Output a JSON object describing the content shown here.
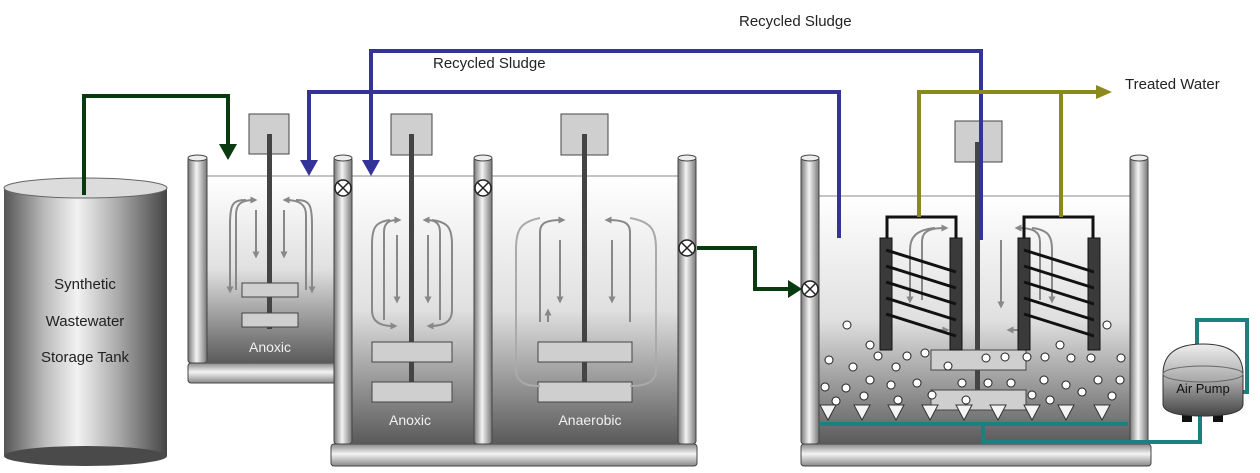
{
  "labels": {
    "recycled_sludge_top": "Recycled Sludge",
    "recycled_sludge_inner": "Recycled Sludge",
    "treated_water": "Treated Water",
    "storage_tank_line1": "Synthetic",
    "storage_tank_line2": "Wastewater",
    "storage_tank_line3": "Storage Tank",
    "anoxic_1": "Anoxic",
    "anoxic_2": "Anoxic",
    "anaerobic": "Anaerobic",
    "air_pump": "Air Pump"
  },
  "colors": {
    "recycled_sludge_line": "#33339a",
    "feed_line": "#0a3a10",
    "treated_water_line": "#8a8a1a",
    "air_line": "#1a8080"
  }
}
